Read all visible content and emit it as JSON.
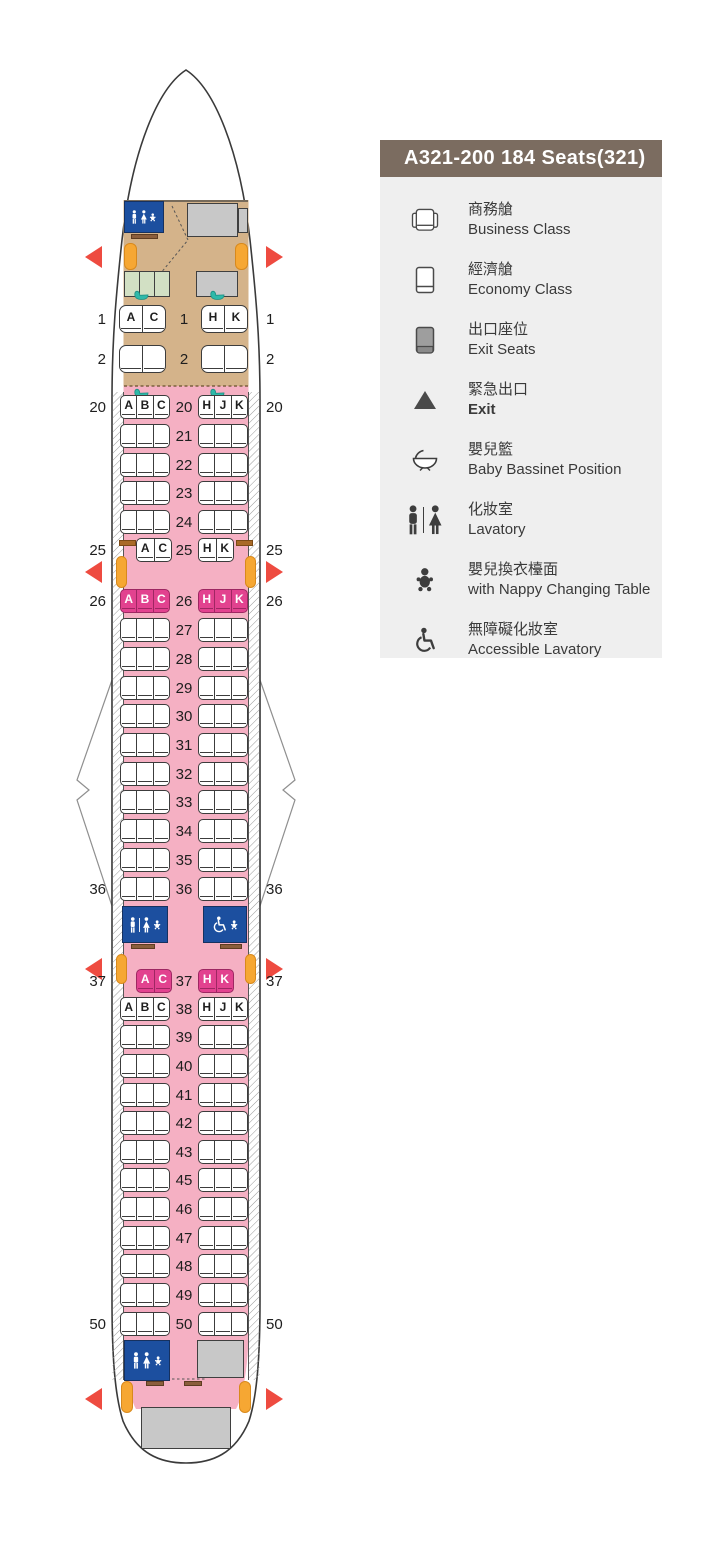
{
  "legend": {
    "title": "A321-200 184 Seats(321)",
    "items": [
      {
        "icon": "business-seat-icon",
        "zh": "商務艙",
        "en": "Business Class"
      },
      {
        "icon": "economy-seat-icon",
        "zh": "經濟艙",
        "en": "Economy Class"
      },
      {
        "icon": "exit-seat-icon",
        "zh": "出口座位",
        "en": "Exit Seats"
      },
      {
        "icon": "exit-triangle-icon",
        "zh": "緊急出口",
        "en": "Exit",
        "strong": true
      },
      {
        "icon": "bassinet-icon",
        "zh": "嬰兒籃",
        "en": "Baby Bassinet Position"
      },
      {
        "icon": "lavatory-icon",
        "zh": "化妝室",
        "en": "Lavatory"
      },
      {
        "icon": "nappy-icon",
        "zh": "嬰兒換衣檯面",
        "en": "with Nappy Changing Table"
      },
      {
        "icon": "accessible-icon",
        "zh": "無障礙化妝室",
        "en": "Accessible Lavatory"
      }
    ]
  },
  "seatmap": {
    "rows": [
      {
        "num": "1",
        "kind": "biz",
        "left": [
          "A",
          "C"
        ],
        "right": [
          "H",
          "K"
        ],
        "sides": true
      },
      {
        "num": "2",
        "kind": "biz",
        "left": [
          "",
          ""
        ],
        "right": [
          "",
          ""
        ],
        "sides": true
      },
      {
        "num": "20",
        "kind": "eco",
        "left": [
          "A",
          "B",
          "C"
        ],
        "right": [
          "H",
          "J",
          "K"
        ],
        "sides": true
      },
      {
        "num": "21",
        "kind": "eco",
        "left": [
          "",
          "",
          ""
        ],
        "right": [
          "",
          "",
          ""
        ]
      },
      {
        "num": "22",
        "kind": "eco",
        "left": [
          "",
          "",
          ""
        ],
        "right": [
          "",
          "",
          ""
        ]
      },
      {
        "num": "23",
        "kind": "eco",
        "left": [
          "",
          "",
          ""
        ],
        "right": [
          "",
          "",
          ""
        ]
      },
      {
        "num": "24",
        "kind": "eco",
        "left": [
          "",
          "",
          ""
        ],
        "right": [
          "",
          "",
          ""
        ]
      },
      {
        "num": "25",
        "kind": "pair",
        "left": [
          "A",
          "C"
        ],
        "right": [
          "H",
          "K"
        ],
        "sides": true
      },
      {
        "num": "26",
        "kind": "eco",
        "hot": true,
        "left": [
          "A",
          "B",
          "C"
        ],
        "right": [
          "H",
          "J",
          "K"
        ],
        "sides": true
      },
      {
        "num": "27",
        "kind": "eco",
        "left": [
          "",
          "",
          ""
        ],
        "right": [
          "",
          "",
          ""
        ]
      },
      {
        "num": "28",
        "kind": "eco",
        "left": [
          "",
          "",
          ""
        ],
        "right": [
          "",
          "",
          ""
        ]
      },
      {
        "num": "29",
        "kind": "eco",
        "left": [
          "",
          "",
          ""
        ],
        "right": [
          "",
          "",
          ""
        ]
      },
      {
        "num": "30",
        "kind": "eco",
        "left": [
          "",
          "",
          ""
        ],
        "right": [
          "",
          "",
          ""
        ]
      },
      {
        "num": "31",
        "kind": "eco",
        "left": [
          "",
          "",
          ""
        ],
        "right": [
          "",
          "",
          ""
        ]
      },
      {
        "num": "32",
        "kind": "eco",
        "left": [
          "",
          "",
          ""
        ],
        "right": [
          "",
          "",
          ""
        ]
      },
      {
        "num": "33",
        "kind": "eco",
        "left": [
          "",
          "",
          ""
        ],
        "right": [
          "",
          "",
          ""
        ]
      },
      {
        "num": "34",
        "kind": "eco",
        "left": [
          "",
          "",
          ""
        ],
        "right": [
          "",
          "",
          ""
        ]
      },
      {
        "num": "35",
        "kind": "eco",
        "left": [
          "",
          "",
          ""
        ],
        "right": [
          "",
          "",
          ""
        ]
      },
      {
        "num": "36",
        "kind": "eco",
        "left": [
          "",
          "",
          ""
        ],
        "right": [
          "",
          "",
          ""
        ],
        "sides": true
      },
      {
        "num": "37",
        "kind": "pair",
        "hot": true,
        "left": [
          "A",
          "C"
        ],
        "right": [
          "H",
          "K"
        ],
        "sides": true
      },
      {
        "num": "38",
        "kind": "eco",
        "left": [
          "A",
          "B",
          "C"
        ],
        "right": [
          "H",
          "J",
          "K"
        ]
      },
      {
        "num": "39",
        "kind": "eco",
        "left": [
          "",
          "",
          ""
        ],
        "right": [
          "",
          "",
          ""
        ]
      },
      {
        "num": "40",
        "kind": "eco",
        "left": [
          "",
          "",
          ""
        ],
        "right": [
          "",
          "",
          ""
        ]
      },
      {
        "num": "41",
        "kind": "eco",
        "left": [
          "",
          "",
          ""
        ],
        "right": [
          "",
          "",
          ""
        ]
      },
      {
        "num": "42",
        "kind": "eco",
        "left": [
          "",
          "",
          ""
        ],
        "right": [
          "",
          "",
          ""
        ]
      },
      {
        "num": "43",
        "kind": "eco",
        "left": [
          "",
          "",
          ""
        ],
        "right": [
          "",
          "",
          ""
        ]
      },
      {
        "num": "45",
        "kind": "eco",
        "left": [
          "",
          "",
          ""
        ],
        "right": [
          "",
          "",
          ""
        ]
      },
      {
        "num": "46",
        "kind": "eco",
        "left": [
          "",
          "",
          ""
        ],
        "right": [
          "",
          "",
          ""
        ]
      },
      {
        "num": "47",
        "kind": "eco",
        "left": [
          "",
          "",
          ""
        ],
        "right": [
          "",
          "",
          ""
        ]
      },
      {
        "num": "48",
        "kind": "eco",
        "left": [
          "",
          "",
          ""
        ],
        "right": [
          "",
          "",
          ""
        ]
      },
      {
        "num": "49",
        "kind": "eco",
        "left": [
          "",
          "",
          ""
        ],
        "right": [
          "",
          "",
          ""
        ]
      },
      {
        "num": "50",
        "kind": "eco",
        "left": [
          "",
          "",
          ""
        ],
        "right": [
          "",
          "",
          ""
        ],
        "sides": true
      }
    ]
  },
  "colors": {
    "header_brown": "#7B6C60",
    "panel_gray": "#EFEFEF",
    "cabin_pink": "#F5B0C3",
    "business_tan": "#D4B38A",
    "exit_row_magenta": "#E2428F",
    "magenta_border": "#9E2762",
    "door_orange": "#F6A733",
    "exit_red": "#EE4B40",
    "lavatory_blue": "#1C4F9F",
    "bassinet_teal": "#2FB9A9",
    "galley_gray": "#C8C8C8",
    "galley_green": "#D2E0C4"
  }
}
